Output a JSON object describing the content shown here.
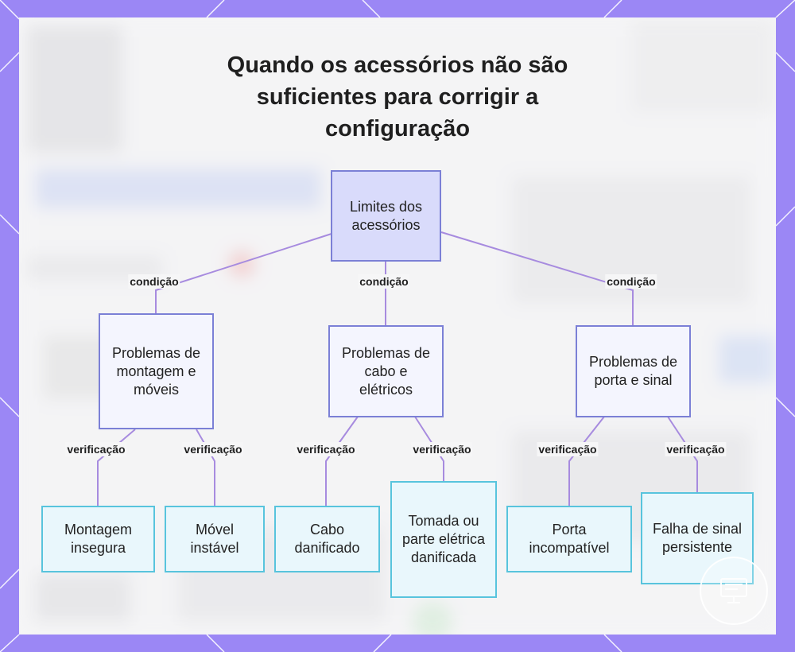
{
  "title": "Quando os acessórios não são suficientes para corrigir a configuração",
  "nodes": {
    "root": "Limites dos acessórios",
    "montagem": "Problemas de montagem e móveis",
    "cabo": "Problemas de cabo e elétricos",
    "porta": "Problemas de porta e sinal",
    "montagem_insegura": "Montagem insegura",
    "movel_instavel": "Móvel instável",
    "cabo_danificado": "Cabo danificado",
    "tomada": "Tomada ou parte elétrica danificada",
    "porta_incompativel": "Porta incompatível",
    "falha_sinal": "Falha de sinal persistente"
  },
  "edge_labels": {
    "condicao": "condição",
    "verificacao": "verificação"
  },
  "colors": {
    "frame": "#9b87f5",
    "connector": "#a78bdf",
    "root_fill": "#d9dbfb",
    "mid_border": "#7b80d6",
    "leaf_border": "#58c4dd"
  }
}
